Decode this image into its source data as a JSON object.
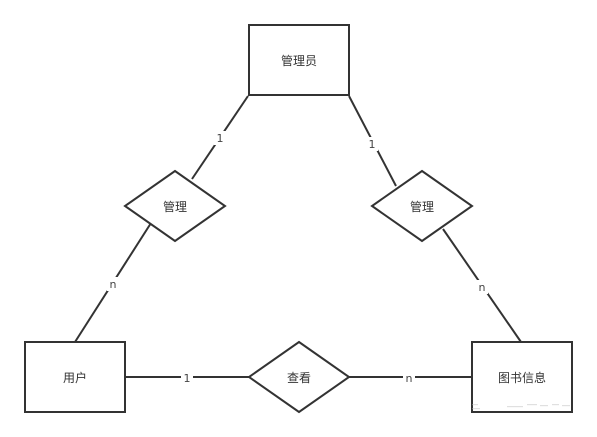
{
  "entities": {
    "admin": "管理员",
    "user": "用户",
    "book": "图书信息"
  },
  "relationships": {
    "admin_user": "管理",
    "admin_book": "管理",
    "user_book": "查看"
  },
  "cardinalities": {
    "admin_user_admin_side": "1",
    "admin_user_user_side": "n",
    "admin_book_admin_side": "1",
    "admin_book_book_side": "n",
    "user_book_user_side": "1",
    "user_book_book_side": "n"
  },
  "colors": {
    "stroke": "#333333",
    "fill": "#ffffff"
  }
}
